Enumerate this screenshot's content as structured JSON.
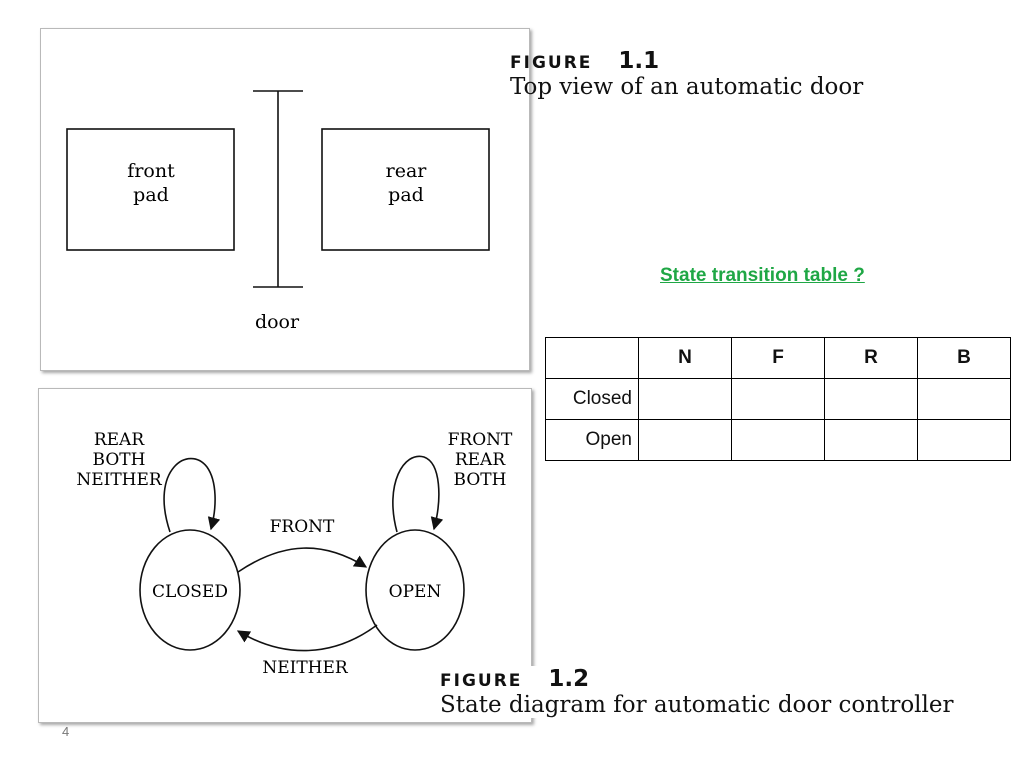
{
  "figure1": {
    "label": "FIGURE",
    "number": "1.1",
    "title": "Top view of an automatic door",
    "front_pad": [
      "front",
      "pad"
    ],
    "rear_pad": [
      "rear",
      "pad"
    ],
    "door_label": "door"
  },
  "figure2": {
    "label": "FIGURE",
    "number": "1.2",
    "title": "State diagram for automatic door controller",
    "states": {
      "closed": "CLOSED",
      "open": "OPEN"
    },
    "closed_loop": [
      "REAR",
      "BOTH",
      "NEITHER"
    ],
    "open_loop": [
      "FRONT",
      "REAR",
      "BOTH"
    ],
    "edge_front": "FRONT",
    "edge_neither": "NEITHER"
  },
  "table": {
    "title": "State transition table ?",
    "headers": [
      "",
      "N",
      "F",
      "R",
      "B"
    ],
    "rows": [
      {
        "label": "Closed",
        "cells": [
          "",
          "",
          "",
          ""
        ]
      },
      {
        "label": "Open",
        "cells": [
          "",
          "",
          "",
          ""
        ]
      }
    ]
  },
  "page_number": "4"
}
